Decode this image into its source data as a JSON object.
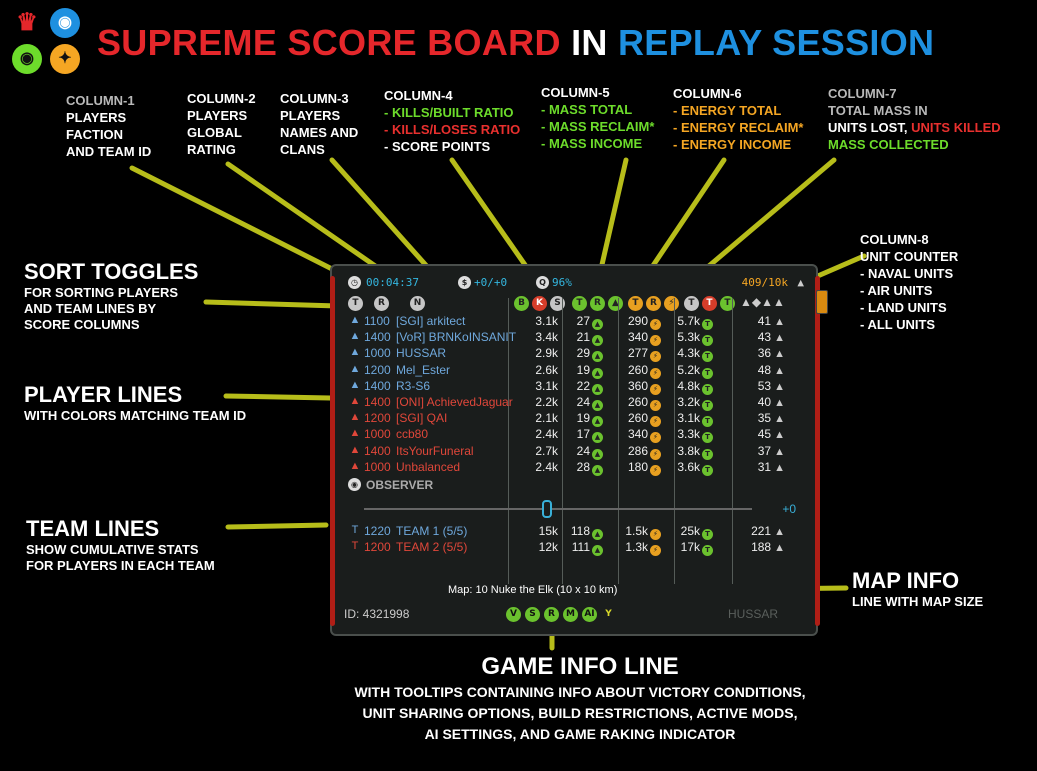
{
  "title": {
    "part1": "SUPREME SCORE BOARD",
    "part2": "IN",
    "part3": "REPLAY SESSION"
  },
  "logo": {
    "icons": [
      "uef-icon",
      "aeon-icon",
      "cybran-icon",
      "seraphim-icon"
    ]
  },
  "columns": {
    "c1": {
      "hdr": "COLUMN-1",
      "l1": "PLAYERS",
      "l2": "FACTION",
      "l3": "AND TEAM ID"
    },
    "c2": {
      "hdr": "COLUMN-2",
      "l1": "PLAYERS",
      "l2": "GLOBAL",
      "l3": "RATING"
    },
    "c3": {
      "hdr": "COLUMN-3",
      "l1": "PLAYERS",
      "l2": "NAMES AND",
      "l3": "CLANS"
    },
    "c4": {
      "hdr": "COLUMN-4",
      "l1": "- KILLS/BUILT RATIO",
      "l2": "- KILLS/LOSES RATIO",
      "l3": "- SCORE POINTS"
    },
    "c5": {
      "hdr": "COLUMN-5",
      "l1": "- MASS TOTAL",
      "l2": "- MASS RECLAIM*",
      "l3": "- MASS INCOME"
    },
    "c6": {
      "hdr": "COLUMN-6",
      "l1": "- ENERGY TOTAL",
      "l2": "- ENERGY RECLAIM*",
      "l3": "- ENERGY INCOME"
    },
    "c7": {
      "hdr": "COLUMN-7",
      "l1": "TOTAL MASS IN",
      "l2a": "UNITS LOST,",
      "l2b": "UNITS KILLED",
      "l3": "MASS COLLECTED"
    },
    "c8": {
      "hdr": "COLUMN-8",
      "l1": "UNIT COUNTER",
      "l2": "- NAVAL UNITS",
      "l3": "- AIR UNITS",
      "l4": "- LAND UNITS",
      "l5": "- ALL UNITS"
    }
  },
  "side": {
    "sort": {
      "big": "SORT TOGGLES",
      "s1": "FOR SORTING PLAYERS",
      "s2": "AND TEAM  LINES BY",
      "s3": "SCORE COLUMNS"
    },
    "players": {
      "big": "PLAYER  LINES",
      "s1": "WITH COLORS MATCHING TEAM ID"
    },
    "teams": {
      "big": "TEAM LINES",
      "s1": "SHOW CUMULATIVE STATS",
      "s2": "FOR PLAYERS IN EACH TEAM"
    },
    "map": {
      "big": "MAP INFO",
      "s1": "LINE WITH MAP SIZE"
    },
    "game": {
      "big": "GAME  INFO  LINE",
      "s1": "WITH TOOLTIPS CONTAINING INFO ABOUT VICTORY CONDITIONS,",
      "s2": "UNIT SHARING OPTIONS, BUILD RESTRICTIONS, ACTIVE MODS,",
      "s3": "AI SETTINGS, AND GAME RAKING INDICATOR"
    }
  },
  "board": {
    "time": "00:04:37",
    "share": "+0/+0",
    "speed": "96%",
    "units": "409/10k",
    "sort_buttons": [
      "T",
      "R",
      "N",
      "B",
      "K",
      "S",
      "T",
      "R",
      "T",
      "R",
      "T",
      "T",
      "T"
    ],
    "players": [
      {
        "rating": "1100",
        "name": "[SGI] arkitect",
        "score": "3.1k",
        "mass": "27",
        "energy": "290",
        "mt": "5.7k",
        "units": "41",
        "color": "#6fa8dc"
      },
      {
        "rating": "1400",
        "name": "[VoR] BRNKoINSANIT",
        "score": "3.4k",
        "mass": "21",
        "energy": "340",
        "mt": "5.3k",
        "units": "43",
        "color": "#6fa8dc"
      },
      {
        "rating": "1000",
        "name": "HUSSAR",
        "score": "2.9k",
        "mass": "29",
        "energy": "277",
        "mt": "4.3k",
        "units": "36",
        "color": "#6fa8dc"
      },
      {
        "rating": "1200",
        "name": "Mel_Ester",
        "score": "2.6k",
        "mass": "19",
        "energy": "260",
        "mt": "5.2k",
        "units": "48",
        "color": "#6fa8dc"
      },
      {
        "rating": "1400",
        "name": "R3-S6",
        "score": "3.1k",
        "mass": "22",
        "energy": "360",
        "mt": "4.8k",
        "units": "53",
        "color": "#6fa8dc"
      },
      {
        "rating": "1400",
        "name": "[ONI] AchievedJaguar",
        "score": "2.2k",
        "mass": "24",
        "energy": "260",
        "mt": "3.2k",
        "units": "40",
        "color": "#e0473a"
      },
      {
        "rating": "1200",
        "name": "[SGI] QAI",
        "score": "2.1k",
        "mass": "19",
        "energy": "260",
        "mt": "3.1k",
        "units": "35",
        "color": "#e0473a"
      },
      {
        "rating": "1000",
        "name": "ccb80",
        "score": "2.4k",
        "mass": "17",
        "energy": "340",
        "mt": "3.3k",
        "units": "45",
        "color": "#e0473a"
      },
      {
        "rating": "1400",
        "name": "ItsYourFuneral",
        "score": "2.7k",
        "mass": "24",
        "energy": "286",
        "mt": "3.8k",
        "units": "37",
        "color": "#e0473a"
      },
      {
        "rating": "1000",
        "name": "Unbalanced",
        "score": "2.4k",
        "mass": "28",
        "energy": "180",
        "mt": "3.6k",
        "units": "31",
        "color": "#e0473a"
      }
    ],
    "observer": "OBSERVER",
    "slider_value": "+0",
    "teams": [
      {
        "rating": "1220",
        "name": "TEAM 1 (5/5)",
        "score": "15k",
        "mass": "118",
        "energy": "1.5k",
        "mt": "25k",
        "units": "221",
        "color": "#6fa8dc"
      },
      {
        "rating": "1200",
        "name": "TEAM 2 (5/5)",
        "score": "12k",
        "mass": "111",
        "energy": "1.3k",
        "mt": "17k",
        "units": "188",
        "color": "#e0473a"
      }
    ],
    "map": "Map: 10 Nuke the Elk (10 x 10 km)",
    "game_id": "ID: 4321998",
    "game_icons": [
      "V",
      "S",
      "R",
      "M",
      "AI"
    ],
    "replay_player": "HUSSAR"
  }
}
